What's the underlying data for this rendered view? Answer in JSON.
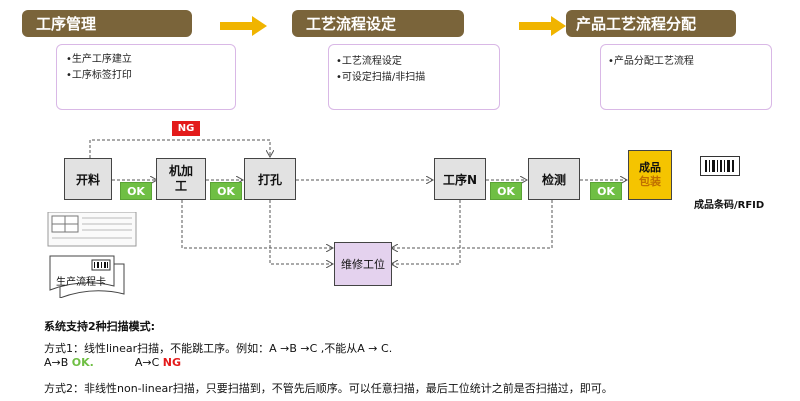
{
  "stages": [
    {
      "title": "工序管理",
      "items": [
        "生产工序建立",
        "工序标签打印"
      ]
    },
    {
      "title": "工艺流程设定",
      "items": [
        "工艺流程设定",
        "可设定扫描/非扫描"
      ]
    },
    {
      "title": "产品工艺流程分配",
      "items": [
        "产品分配工艺流程"
      ]
    }
  ],
  "process": {
    "steps": [
      "开料",
      "机加\n工",
      "打孔",
      "工序N",
      "检测"
    ],
    "ok_label": "OK",
    "ng_label": "NG",
    "finished": {
      "line1": "成品",
      "line2": "包装"
    },
    "repair": "维修工位",
    "barcode_label": "成品条码/RFID",
    "card_label": "生产流程卡"
  },
  "notes": {
    "heading": "系统支持2种扫描模式:",
    "mode1": "方式1：线性linear扫描，不能跳工序。例如：A →B →C ,不能从A → C.",
    "ex_ok_prefix": "A→B",
    "ex_ok": "OK.",
    "ex_ng_prefix": "A→C",
    "ex_ng": "NG",
    "mode2": "方式2：非线性non-linear扫描，只要扫描到，不管先后顺序。可以任意扫描，最后工位统计之前是否扫描过，即可。"
  },
  "colors": {
    "header": "#7a643a",
    "ok": "#6fbf44",
    "ng": "#e31b1b",
    "finished": "#f5c400",
    "repair": "#e4d2ee",
    "arrow": "#f0b400"
  }
}
